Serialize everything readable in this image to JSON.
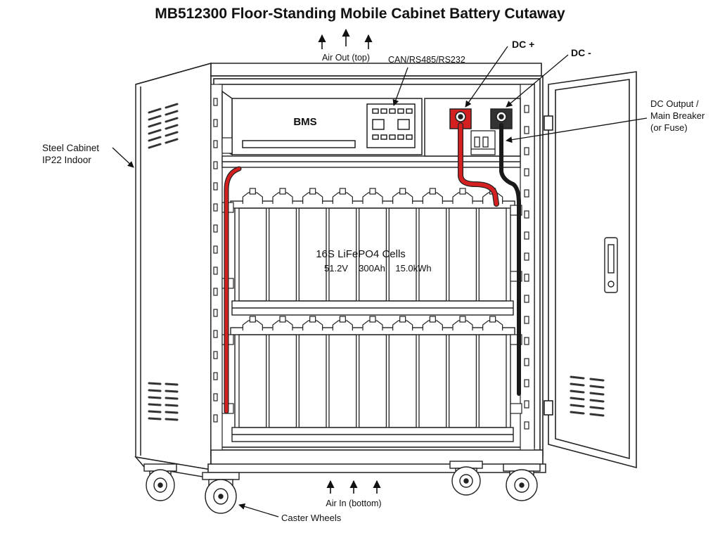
{
  "title": "MB512300 Floor-Standing Mobile Cabinet Battery  Cutaway",
  "labels": {
    "air_out": "Air Out (top)",
    "comms": "CAN/RS485/RS232",
    "dc_plus": "DC +",
    "dc_minus": "DC -",
    "dc_output_1": "DC Output /",
    "dc_output_2": "Main Breaker",
    "dc_output_3": "(or Fuse)",
    "steel_cabinet_1": "Steel Cabinet",
    "steel_cabinet_2": "IP22 Indoor",
    "bms": "BMS",
    "cells_1": "16S LiFePO4 Cells",
    "cells_voltage": "51.2V",
    "cells_capacity": "300Ah",
    "cells_energy": "15.0kWh",
    "air_in": "Air In (bottom)",
    "casters": "Caster Wheels"
  },
  "colors": {
    "positive_cable": "#d42020",
    "negative_cable": "#1a1a1a",
    "line": "#222222"
  }
}
